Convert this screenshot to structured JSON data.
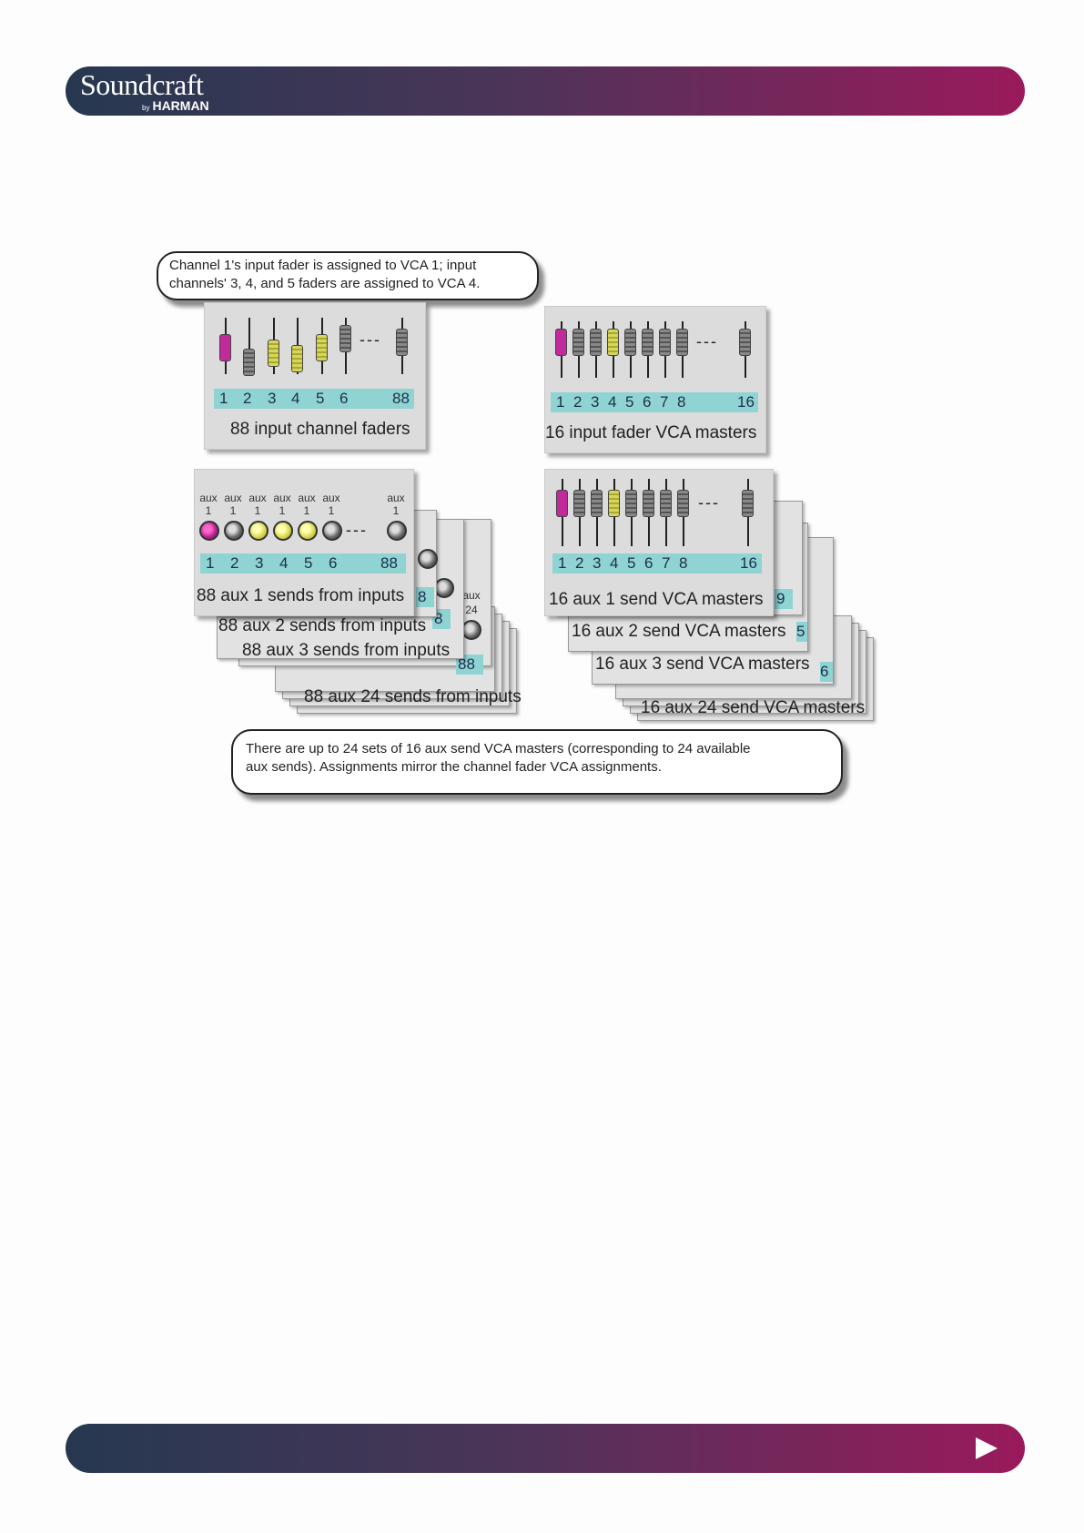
{
  "header": {
    "logo_main": "Soundcraft",
    "logo_by": "by",
    "logo_harman": "HARMAN"
  },
  "footer": {
    "next_icon": "play-triangle-icon"
  },
  "colors": {
    "bar_left": "#263850",
    "bar_right": "#9a1a5c",
    "strip": "#8fd3d3",
    "vca1": "#c02a9a",
    "vca4": "#d6d65a"
  },
  "callouts": {
    "top_line1": "Channel 1's input fader is assigned to VCA 1; input",
    "top_line2": "channels' 3, 4, and 5 faders are assigned to VCA 4.",
    "bottom_line1": "There are up to 24 sets of 16 aux send VCA masters (corresponding to 24 available",
    "bottom_line2": "aux sends). Assignments mirror the channel fader VCA assignments."
  },
  "input_faders": {
    "title": "88 input channel faders",
    "numbers": [
      "1",
      "2",
      "3",
      "4",
      "5",
      "6",
      "88"
    ],
    "dashes": "---"
  },
  "vca_masters": {
    "title": "16 input fader VCA masters",
    "numbers": [
      "1",
      "2",
      "3",
      "4",
      "5",
      "6",
      "7",
      "8",
      "16"
    ],
    "dashes": "---"
  },
  "aux_sends": {
    "aux_label": "aux",
    "aux_num": "1",
    "aux_num_last": "24",
    "numbers": [
      "1",
      "2",
      "3",
      "4",
      "5",
      "6",
      "88"
    ],
    "dashes": "---",
    "stack_num_a": "8",
    "stack_num_b": "8",
    "stack_num_c": "88",
    "titles": [
      "88 aux 1 sends from inputs",
      "88 aux 2 sends from inputs",
      "88 aux 3 sends from inputs",
      "88 aux 24 sends from inputs"
    ]
  },
  "aux_vca": {
    "numbers": [
      "1",
      "2",
      "3",
      "4",
      "5",
      "6",
      "7",
      "8",
      "16"
    ],
    "dashes": "---",
    "stack_num_a": "9",
    "stack_num_b": "5",
    "stack_num_c": "6",
    "titles": [
      "16 aux 1 send VCA masters",
      "16 aux 2 send VCA masters",
      "16 aux 3 send VCA masters",
      "16 aux 24 send VCA masters"
    ]
  }
}
